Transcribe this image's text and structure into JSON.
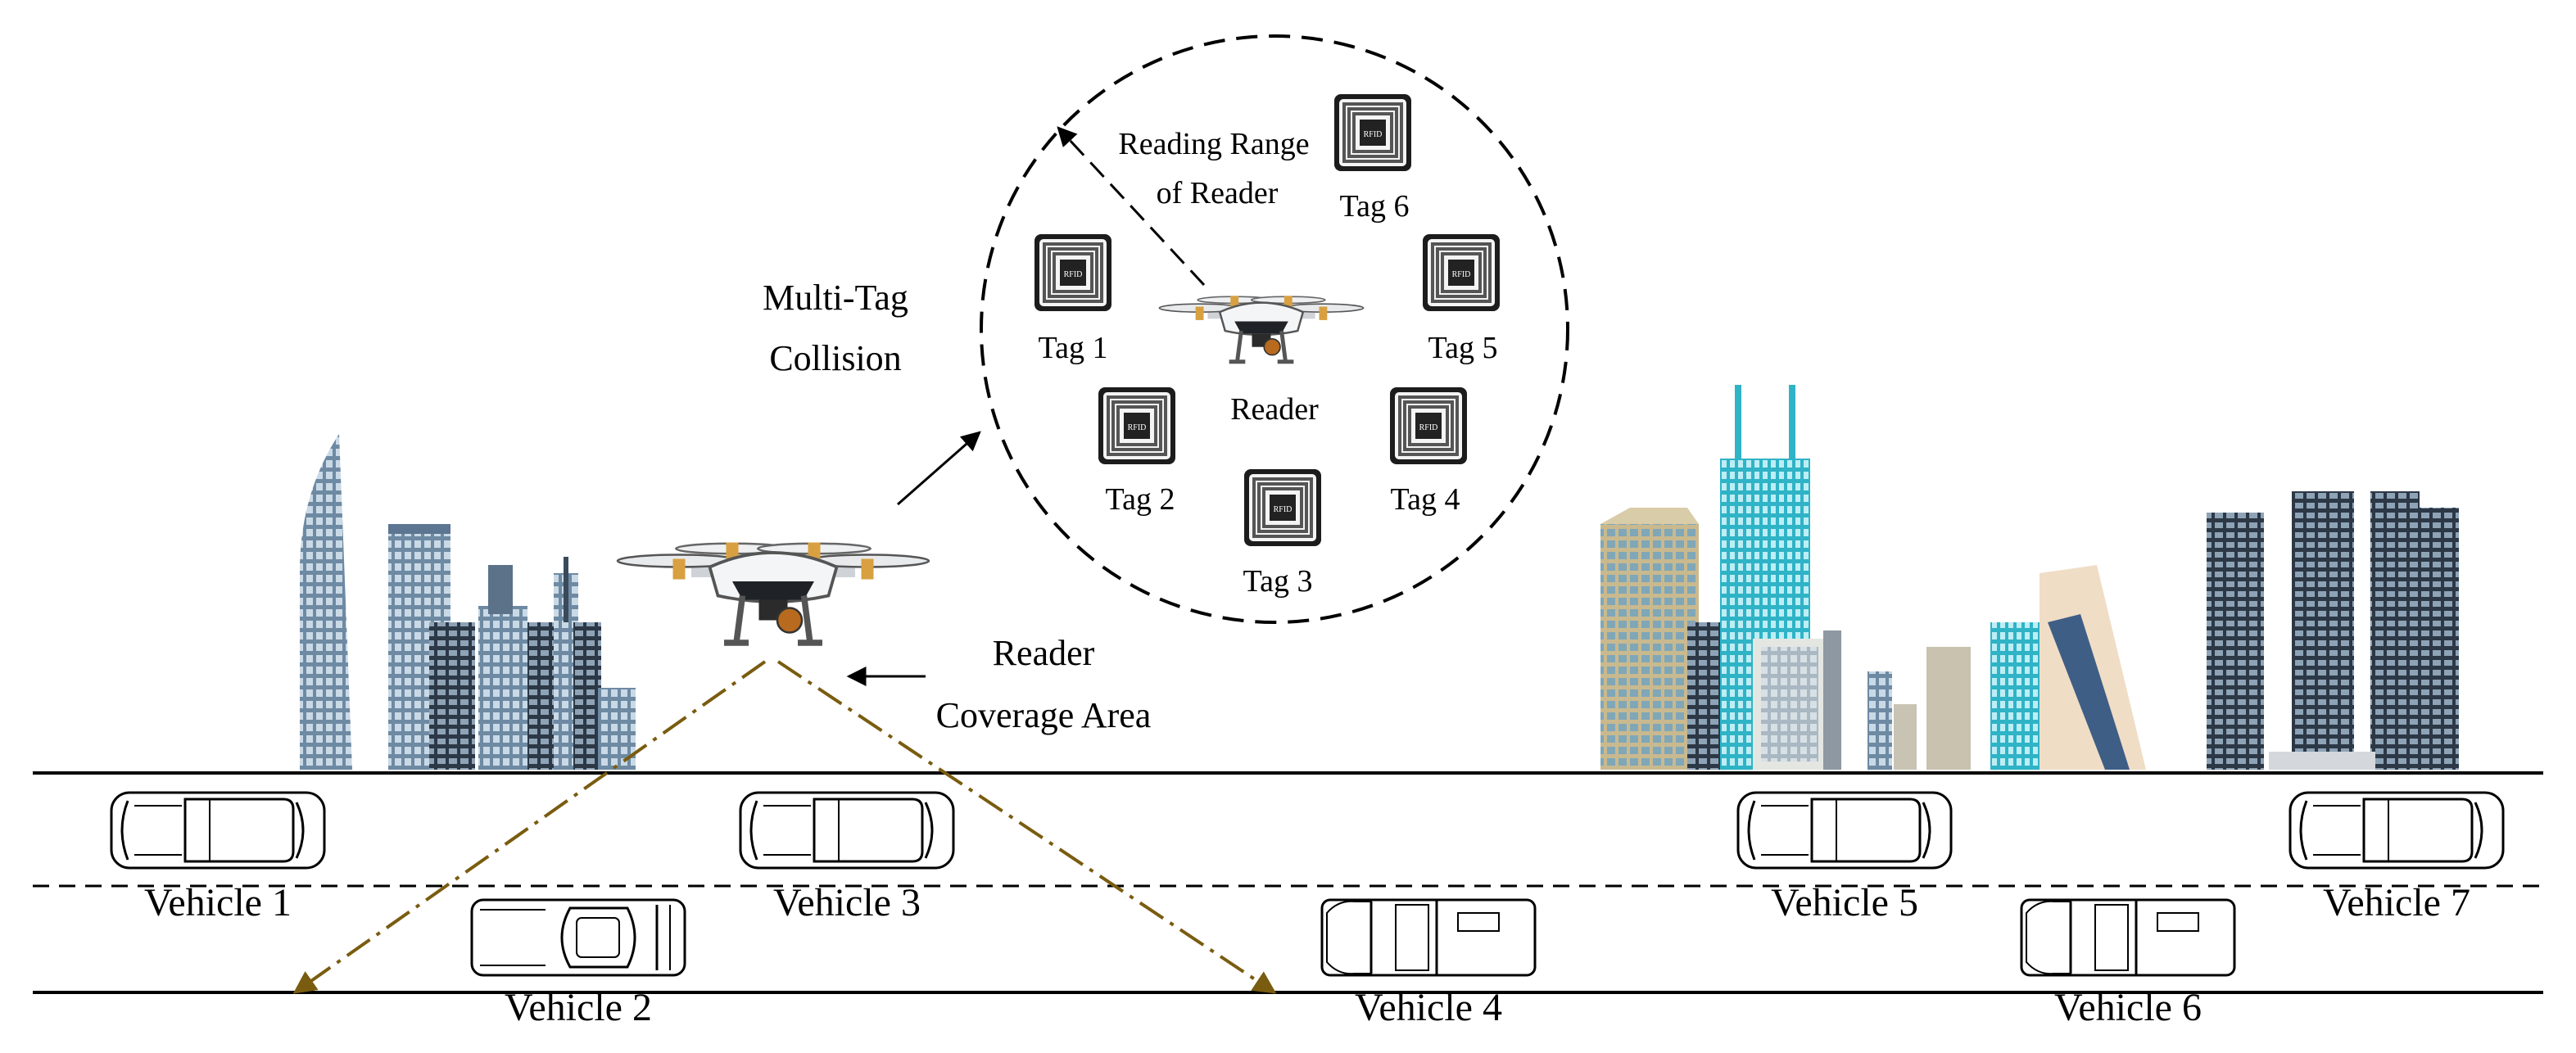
{
  "annotations": {
    "reading_range_line1": "Reading Range",
    "reading_range_line2": "of Reader",
    "collision_line1": "Multi-Tag",
    "collision_line2": "Collision",
    "reader": "Reader",
    "coverage_line1": "Reader",
    "coverage_line2": "Coverage Area"
  },
  "tags": [
    {
      "label": "Tag 1",
      "chip_text": "RFID"
    },
    {
      "label": "Tag 2",
      "chip_text": "RFID"
    },
    {
      "label": "Tag 3",
      "chip_text": "RFID"
    },
    {
      "label": "Tag 4",
      "chip_text": "RFID"
    },
    {
      "label": "Tag 5",
      "chip_text": "RFID"
    },
    {
      "label": "Tag 6",
      "chip_text": "RFID"
    }
  ],
  "vehicles": [
    {
      "label": "Vehicle 1"
    },
    {
      "label": "Vehicle 2"
    },
    {
      "label": "Vehicle 3"
    },
    {
      "label": "Vehicle 4"
    },
    {
      "label": "Vehicle 5"
    },
    {
      "label": "Vehicle 6"
    },
    {
      "label": "Vehicle 7"
    }
  ],
  "colors": {
    "coverage_line": "#7a5c10",
    "building_blue": "#8fb0c8",
    "building_dark": "#3a4a5a",
    "building_cyan": "#49c6d6",
    "building_beige": "#e6dcc4"
  }
}
